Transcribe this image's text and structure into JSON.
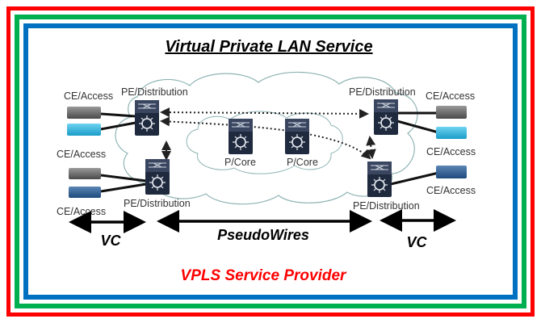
{
  "title": "Virtual Private LAN Service",
  "footer": "VPLS Service Provider",
  "colors": {
    "outer_border": "#ff0000",
    "middle_border": "#00b050",
    "inner_border": "#0070c0",
    "footer_text": "#ff0000"
  },
  "nodes": {
    "pe_top_left": "PE/Distribution",
    "pe_bottom_left": "PE/Distribution",
    "pe_top_right": "PE/Distribution",
    "pe_bottom_right": "PE/Distribution",
    "p_core_1": "P/Core",
    "p_core_2": "P/Core",
    "ce_left_top": "CE/Access",
    "ce_left_middle": "CE/Access",
    "ce_left_bottom": "CE/Access",
    "ce_right_top": "CE/Access",
    "ce_right_middle": "CE/Access",
    "ce_right_bottom": "CE/Access"
  },
  "spans": {
    "vc_left": "VC",
    "pseudowires": "PseudoWires",
    "vc_right": "VC"
  }
}
